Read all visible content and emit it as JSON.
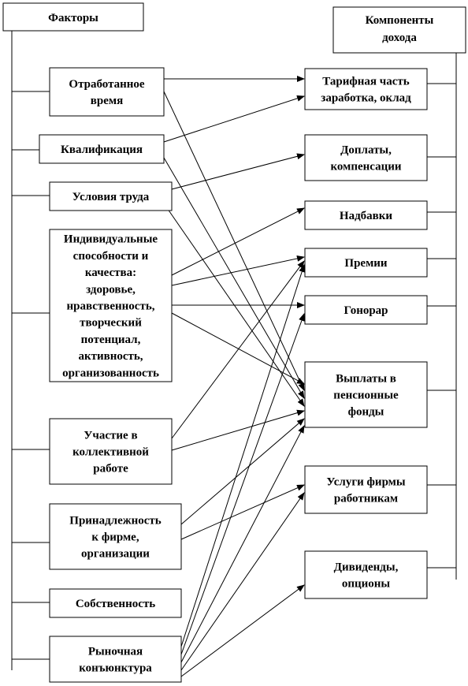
{
  "header_left": "Факторы",
  "header_right": [
    "Компоненты",
    "дохода"
  ],
  "factors": [
    {
      "id": "f1",
      "lines": [
        "Отработанное",
        "время"
      ]
    },
    {
      "id": "f2",
      "lines": [
        "Квалификация"
      ]
    },
    {
      "id": "f3",
      "lines": [
        "Условия труда"
      ]
    },
    {
      "id": "f4",
      "lines": [
        "Индивидуальные",
        "способности и",
        "качества:",
        "здоровье,",
        "нравственность,",
        "творческий",
        "потенциал,",
        "активность,",
        "организованность"
      ]
    },
    {
      "id": "f5",
      "lines": [
        "Участие в",
        "коллективной",
        "работе"
      ]
    },
    {
      "id": "f6",
      "lines": [
        "Принадлежность",
        "к фирме,",
        "организации"
      ]
    },
    {
      "id": "f7",
      "lines": [
        "Собственность"
      ]
    },
    {
      "id": "f8",
      "lines": [
        "Рыночная",
        "конъюнктура"
      ]
    }
  ],
  "components": [
    {
      "id": "c1",
      "lines": [
        "Тарифная часть",
        "заработка, оклад"
      ]
    },
    {
      "id": "c2",
      "lines": [
        "Доплаты,",
        "компенсации"
      ]
    },
    {
      "id": "c3",
      "lines": [
        "Надбавки"
      ]
    },
    {
      "id": "c4",
      "lines": [
        "Премии"
      ]
    },
    {
      "id": "c5",
      "lines": [
        "Гонорар"
      ]
    },
    {
      "id": "c6",
      "lines": [
        "Выплаты в",
        "пенсионные",
        "фонды"
      ]
    },
    {
      "id": "c7",
      "lines": [
        "Услуги фирмы",
        "работникам"
      ]
    },
    {
      "id": "c8",
      "lines": [
        "Дивиденды,",
        "опционы"
      ]
    }
  ],
  "links": [
    [
      "f1",
      "c1"
    ],
    [
      "f1",
      "c6"
    ],
    [
      "f2",
      "c1"
    ],
    [
      "f2",
      "c6"
    ],
    [
      "f3",
      "c2"
    ],
    [
      "f3",
      "c6"
    ],
    [
      "f4",
      "c3"
    ],
    [
      "f4",
      "c4"
    ],
    [
      "f4",
      "c5"
    ],
    [
      "f4",
      "c6"
    ],
    [
      "f5",
      "c4"
    ],
    [
      "f5",
      "c6"
    ],
    [
      "f6",
      "c6"
    ],
    [
      "f6",
      "c7"
    ],
    [
      "f8",
      "c4"
    ],
    [
      "f8",
      "c5"
    ],
    [
      "f8",
      "c6"
    ],
    [
      "f8",
      "c7"
    ],
    [
      "f8",
      "c8"
    ]
  ]
}
